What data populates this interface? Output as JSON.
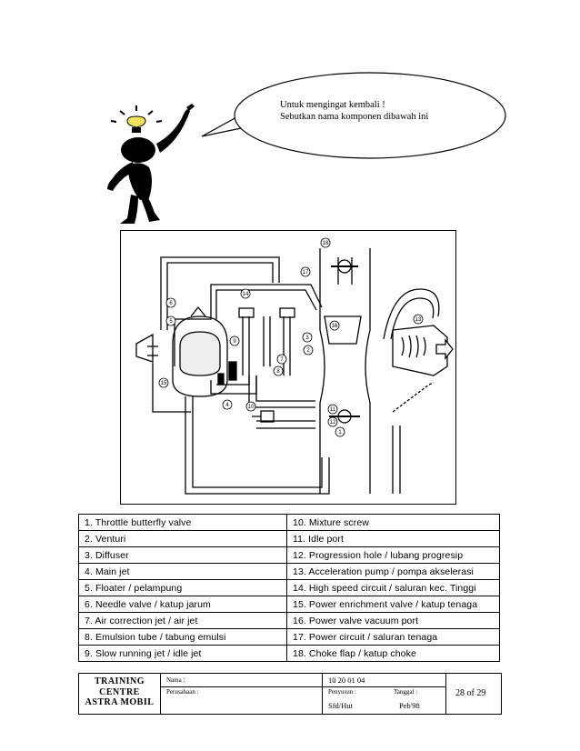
{
  "callout": {
    "line1": "Untuk mengingat kembali !",
    "line2": "Sebutkan nama komponen dibawah ini"
  },
  "diagram": {
    "numbers": [
      "1",
      "2",
      "3",
      "4",
      "5",
      "6",
      "7",
      "8",
      "9",
      "10",
      "11",
      "12",
      "13",
      "14",
      "15",
      "16",
      "17",
      "18"
    ]
  },
  "parts": [
    [
      "1. Throttle butterfly valve",
      "10. Mixture screw"
    ],
    [
      "2. Venturi",
      "11. Idle port"
    ],
    [
      "3. Diffuser",
      "12. Progression hole / lubang progresip"
    ],
    [
      "4. Main jet",
      "13. Acceleration pump / pompa akselerasi"
    ],
    [
      "5. Floater / pelampung",
      "14. High speed circuit / saluran kec. Tinggi"
    ],
    [
      "6. Needle valve / katup jarum",
      "15. Power enrichment valve / katup tenaga"
    ],
    [
      "7. Air correction jet / air jet",
      "16. Power valve vacuum port"
    ],
    [
      "8. Emulsion tube / tabung emulsi",
      "17. Power circuit / saluran tenaga"
    ],
    [
      "9. Slow running jet / idle jet",
      "18. Choke flap / katup choke"
    ]
  ],
  "footer": {
    "org_line1": "TRAINING",
    "org_line2": "CENTRE",
    "org_line3": "ASTRA MOBIL",
    "nama_label": "Nama :",
    "perusahaan_label": "Perusahaan :",
    "code": "10   20   01   04",
    "penyusun_label": "Penyusun :",
    "tanggal_label": "Tanggal :",
    "penyusun_value": "Sfd/Hut",
    "tanggal_value": "Peb'98",
    "page": "28 of  29"
  }
}
